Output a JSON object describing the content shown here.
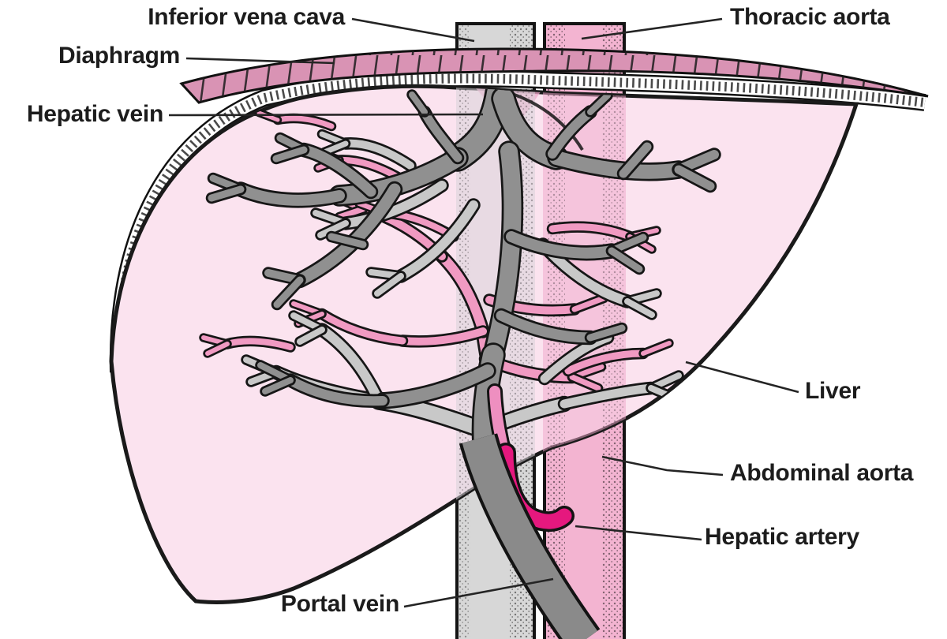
{
  "labels": {
    "inferior_vena_cava": "Inferior vena cava",
    "thoracic_aorta": "Thoracic aorta",
    "diaphragm": "Diaphragm",
    "hepatic_vein": "Hepatic vein",
    "liver": "Liver",
    "abdominal_aorta": "Abdominal aorta",
    "hepatic_artery": "Hepatic artery",
    "portal_vein": "Portal vein"
  },
  "colors": {
    "liver": "#fbe3ef",
    "diaphragm": "#d993b4",
    "aorta": "#f3b4d1",
    "ivc": "#d7d7d7",
    "vein_gray": "#909090",
    "portal_gray": "#8a8a8a",
    "portal_branches": "#c8c8c8",
    "artery_magenta": "#e5187e",
    "artery_pink": "#ee8fc0",
    "artery_branches": "#f09ac2",
    "outline": "#1a1a1a"
  }
}
